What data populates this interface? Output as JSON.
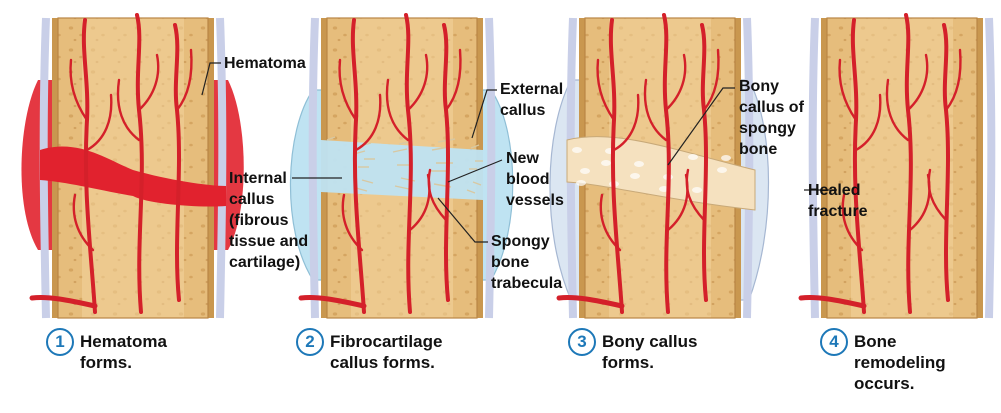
{
  "colors": {
    "bone": "#e3bb7a",
    "bone_edge": "#c9974f",
    "marrow": "#f2d39c",
    "periosteum": "#c9cfe8",
    "vessel": "#d4202a",
    "hematoma": "#e1222e",
    "cartilage": "#bfe3f2",
    "spongy": "#f5e1bf",
    "accent": "#1d78b8"
  },
  "stages": [
    {
      "number": "1",
      "caption": "Hematoma\nforms."
    },
    {
      "number": "2",
      "caption": "Fibrocartilage\ncallus forms."
    },
    {
      "number": "3",
      "caption": "Bony callus\nforms."
    },
    {
      "number": "4",
      "caption": "Bone\nremodeling\noccurs."
    }
  ],
  "labels": {
    "hematoma": "Hematoma",
    "internal_callus": "Internal\ncallus\n(fibrous\ntissue and\ncartilage)",
    "external_callus": "External\ncallus",
    "new_vessels": "New\nblood\nvessels",
    "spongy_trabecula": "Spongy\nbone\ntrabecula",
    "bony_callus": "Bony\ncallus of\nspongy\nbone",
    "healed_fracture": "Healed\nfracture"
  }
}
